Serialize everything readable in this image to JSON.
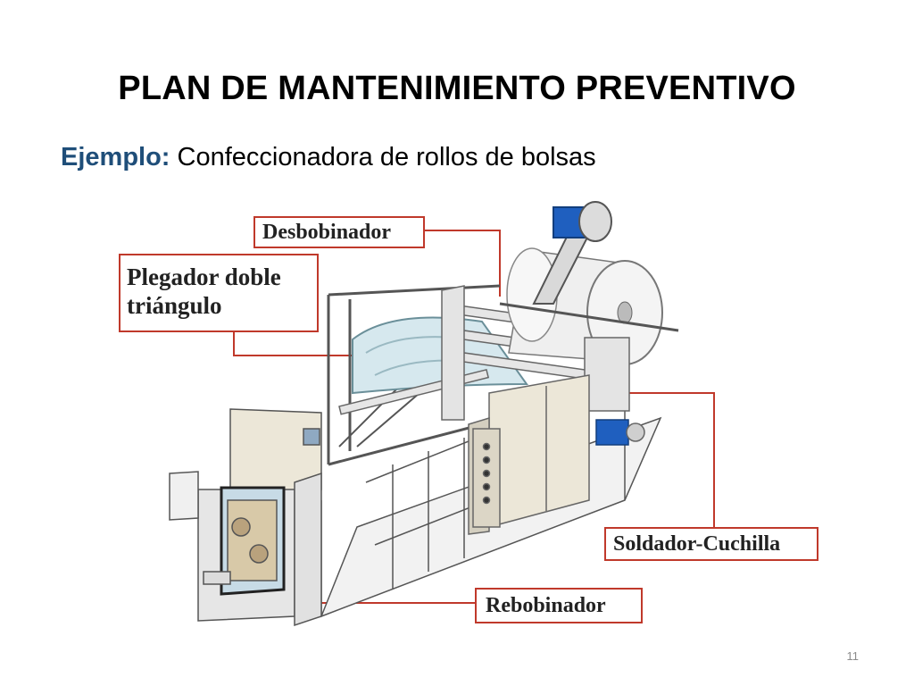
{
  "slide": {
    "title": "PLAN DE MANTENIMIENTO PREVENTIVO",
    "subtitle_lead": "Ejemplo:",
    "subtitle_text": " Confeccionadora de rollos de bolsas",
    "page_number": "11"
  },
  "callouts": {
    "desbobinador": "Desbobinador",
    "plegador_line1": "Plegador doble",
    "plegador_line2": "triángulo",
    "soldador": "Soldador-Cuchilla",
    "rebobinador": "Rebobinador"
  },
  "colors": {
    "accent": "#c0392b",
    "subtitle_lead": "#1f4e79",
    "motor_blue": "#1f5fbf"
  },
  "icons": [
    "motor-icon",
    "control-panel-icon"
  ]
}
